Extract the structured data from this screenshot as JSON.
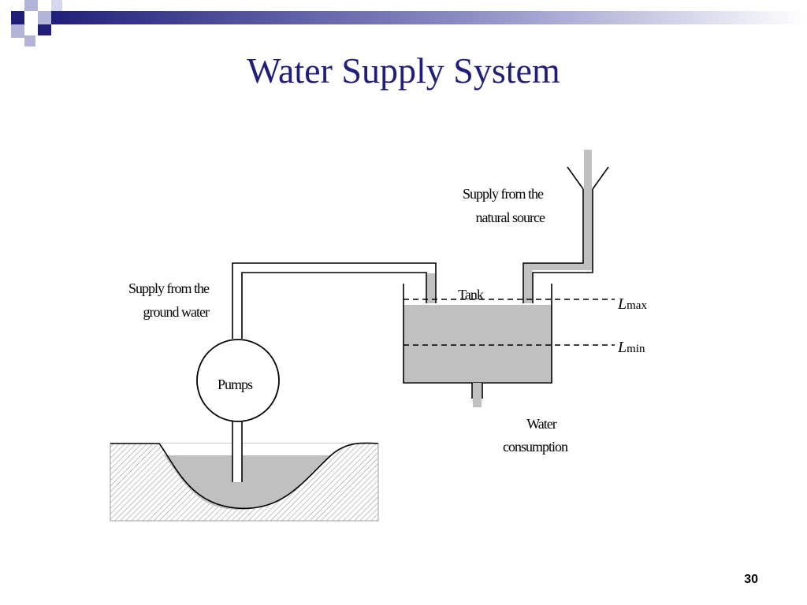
{
  "slide": {
    "title": "Water Supply System",
    "page_number": "30",
    "accent_color": "#1f1f7a"
  },
  "diagram": {
    "labels": {
      "natural_source_line1": "Supply from the",
      "natural_source_line2": "natural source",
      "ground_water_line1": "Supply from the",
      "ground_water_line2": "ground water",
      "pumps": "Pumps",
      "tank": "Tank",
      "lmax_letter": "L",
      "lmax_sub": "max",
      "lmin_letter": "L",
      "lmin_sub": "min",
      "consumption_line1": "Water",
      "consumption_line2": "consumption"
    },
    "colors": {
      "water": "#c0c0c0",
      "outline": "#000000",
      "ground_hatch": "#9a9a9a"
    }
  }
}
